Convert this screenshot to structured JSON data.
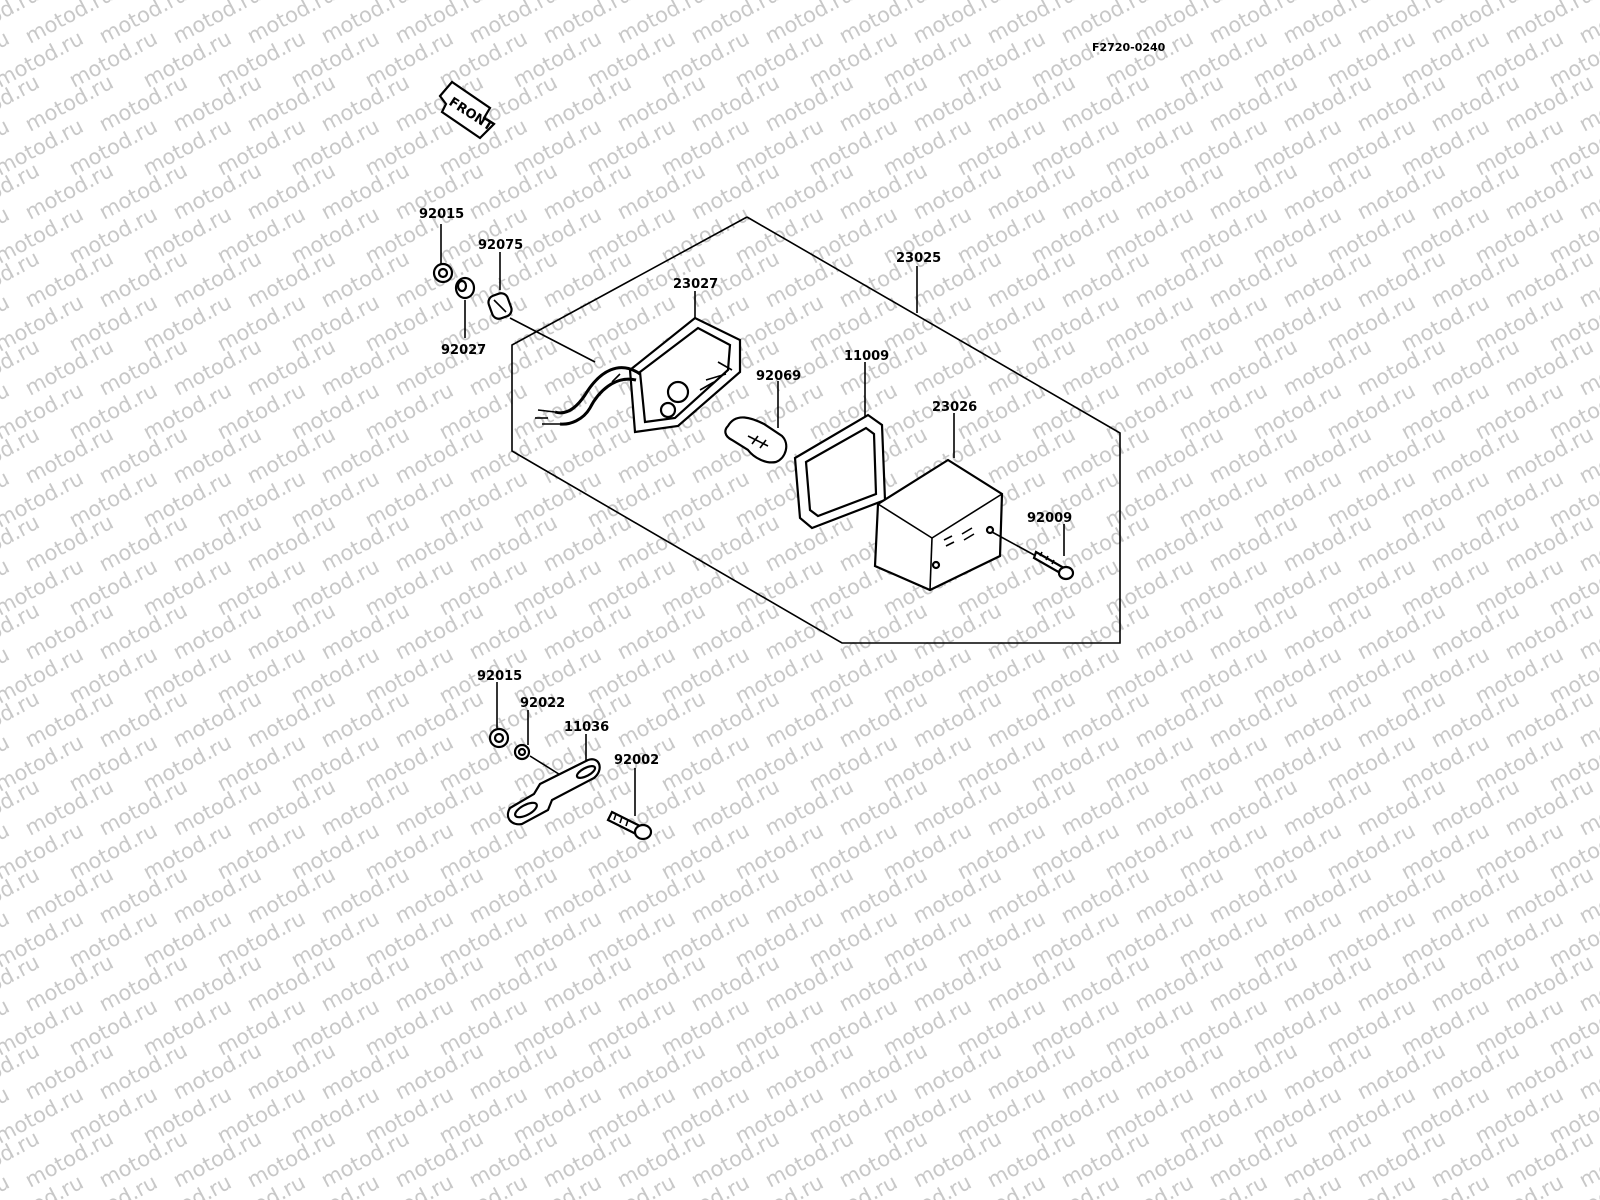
{
  "diagram_code": "F2720-0240",
  "front_label": "FRONT",
  "watermark": "motod.ru",
  "parts": [
    {
      "id": "p92015a",
      "label": "92015"
    },
    {
      "id": "p92075",
      "label": "92075"
    },
    {
      "id": "p92027",
      "label": "92027"
    },
    {
      "id": "p23027",
      "label": "23027"
    },
    {
      "id": "p23025",
      "label": "23025"
    },
    {
      "id": "p11009",
      "label": "11009"
    },
    {
      "id": "p92069",
      "label": "92069"
    },
    {
      "id": "p23026",
      "label": "23026"
    },
    {
      "id": "p92009",
      "label": "92009"
    },
    {
      "id": "p92015b",
      "label": "92015"
    },
    {
      "id": "p92022",
      "label": "92022"
    },
    {
      "id": "p11036",
      "label": "11036"
    },
    {
      "id": "p92002",
      "label": "92002"
    }
  ]
}
